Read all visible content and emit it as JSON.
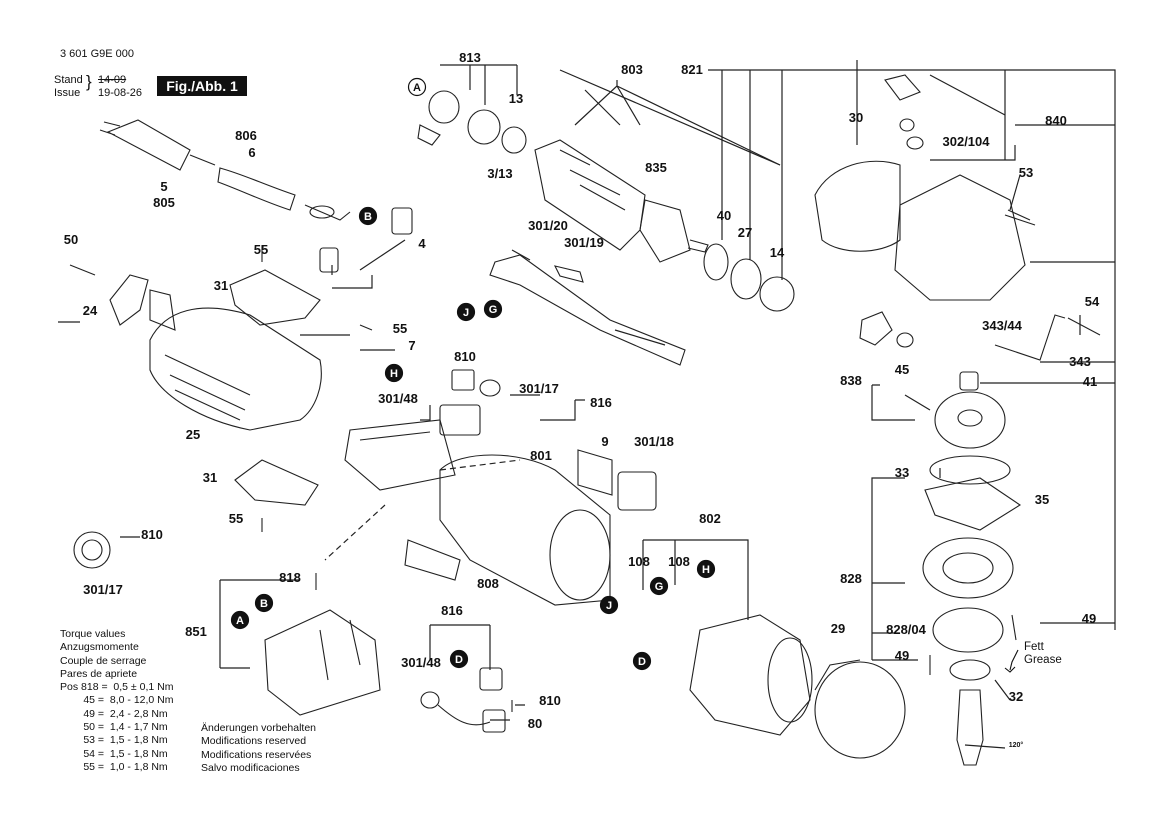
{
  "header": {
    "part_number": "3 601 G9E 000",
    "stand_label": "Stand",
    "issue_label": "Issue",
    "stand_value": "14-09",
    "issue_value": "19-08-26",
    "figure": "Fig./Abb. 1"
  },
  "callouts": [
    "813",
    "803",
    "821",
    "30",
    "840",
    "13",
    "302/104",
    "3/13",
    "835",
    "53",
    "806",
    "6",
    "5",
    "805",
    "40",
    "27",
    "14",
    "50",
    "55",
    "301/20",
    "301/19",
    "4",
    "31",
    "24",
    "55",
    "7",
    "54",
    "343/44",
    "45",
    "343",
    "838",
    "41",
    "810",
    "301/17",
    "816",
    "301/48",
    "25",
    "9",
    "301/18",
    "801",
    "31",
    "33",
    "35",
    "55",
    "810",
    "802",
    "108",
    "108",
    "828",
    "818",
    "808",
    "851",
    "816",
    "29",
    "828/04",
    "49",
    "49",
    "301/17",
    "301/48",
    "810",
    "80",
    "32",
    "120°"
  ],
  "circle_refs": [
    "A",
    "A",
    "B",
    "B",
    "B",
    "D",
    "D",
    "G",
    "G",
    "H",
    "H",
    "J",
    "J"
  ],
  "torque": {
    "title_lines": [
      "Torque values",
      "Anzugsmomente",
      "Couple de serrage",
      "Pares de apriete"
    ],
    "rows": [
      "Pos 818 =  0,5 ± 0,1 Nm",
      "        45 =  8,0 - 12,0 Nm",
      "        49 =  2,4 - 2,8 Nm",
      "        50 =  1,4 - 1,7 Nm",
      "        53 =  1,5 - 1,8 Nm",
      "        54 =  1,5 - 1,8 Nm",
      "        55 =  1,0 - 1,8 Nm"
    ]
  },
  "notes": [
    "Änderungen vorbehalten",
    "Modifications reserved",
    "Modifications reservées",
    "Salvo modificaciones"
  ],
  "grease": [
    "Fett",
    "Grease"
  ]
}
